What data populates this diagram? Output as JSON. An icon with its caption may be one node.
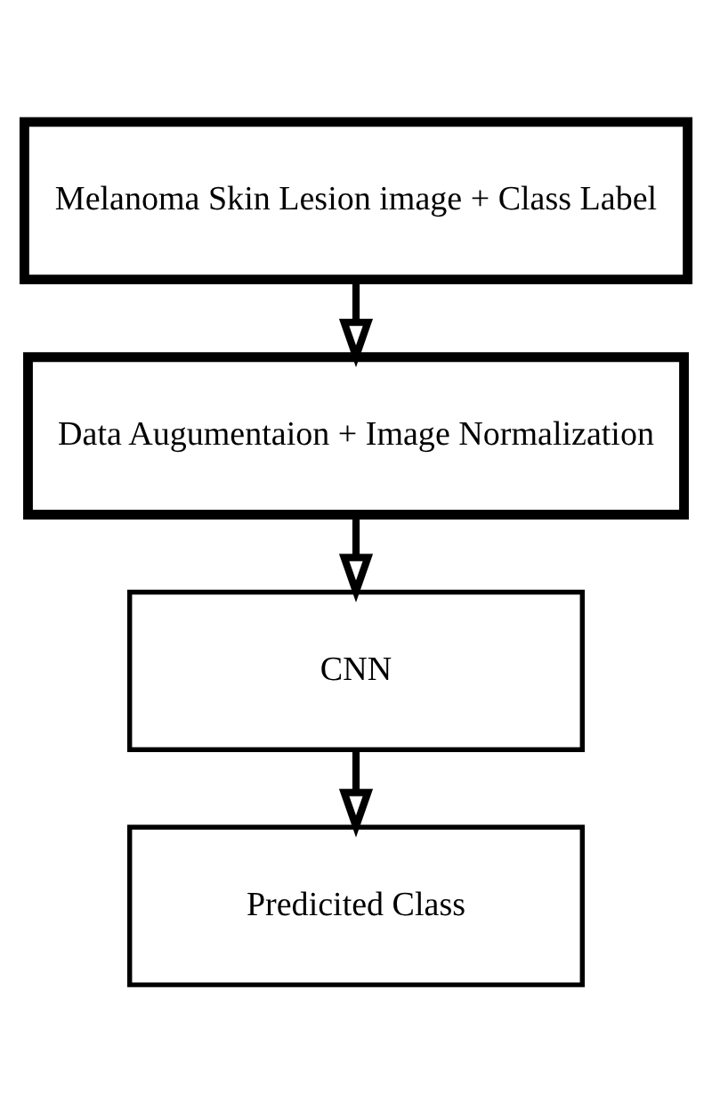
{
  "diagram": {
    "nodes": [
      {
        "text": [
          "Melanoma Skin Lesion image + Class Label"
        ]
      },
      {
        "text": [
          "Data Augumentaion + Image Normalization"
        ]
      },
      {
        "text": [
          "CNN"
        ]
      },
      {
        "text": [
          "Predicited Class"
        ]
      }
    ],
    "edges": [
      {
        "from": 0,
        "to": 1,
        "arrow": "to"
      },
      {
        "from": 1,
        "to": 2,
        "arrow": "to"
      },
      {
        "from": 2,
        "to": 3,
        "arrow": "to"
      }
    ]
  }
}
